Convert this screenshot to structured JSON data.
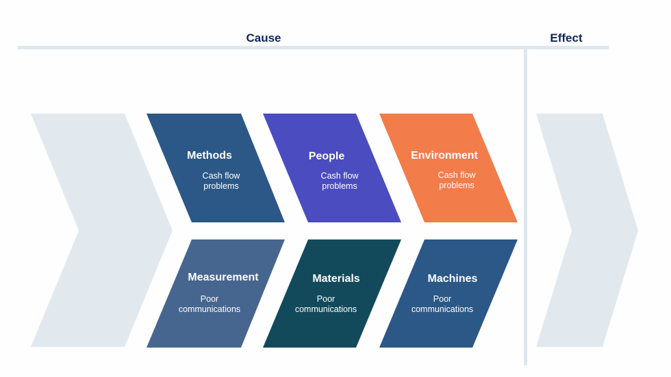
{
  "headers": {
    "cause": "Cause",
    "effect": "Effect"
  },
  "colors": {
    "divider": "#dfe7ee",
    "chevron": "#e1e9ef",
    "header_text": "#0f2557"
  },
  "causes": [
    {
      "title": "Methods",
      "line1": "Cash flow",
      "line2": "problems",
      "color": "#2b5886"
    },
    {
      "title": "People",
      "line1": "Cash flow",
      "line2": "problems",
      "color": "#4a4cc0"
    },
    {
      "title": "Environment",
      "line1": "Cash flow",
      "line2": "problems",
      "color": "#f27c4a"
    },
    {
      "title": "Measurement",
      "line1": "Poor",
      "line2": "communications",
      "color": "#46668f"
    },
    {
      "title": "Materials",
      "line1": "Poor",
      "line2": "communications",
      "color": "#124a5c"
    },
    {
      "title": "Machines",
      "line1": "Poor",
      "line2": "communications",
      "color": "#2b5886"
    }
  ]
}
